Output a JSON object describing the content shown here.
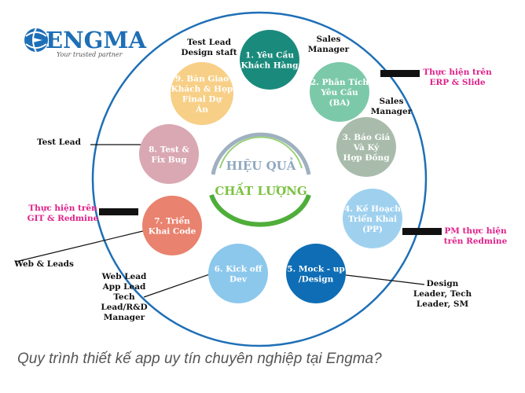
{
  "logo": {
    "name": "ENGMA",
    "tagline": "Your trusted partner",
    "color": "#1e6fb6"
  },
  "center": {
    "line1": "HIỆU QUẢ",
    "line2": "CHẤT LƯỢNG",
    "line1_color": "#8fa8c0",
    "line2_color": "#7cc242"
  },
  "steps": [
    {
      "lines": [
        "1. Yêu Cầu",
        "Khách Hàng"
      ],
      "color": "#1a8a7c"
    },
    {
      "lines": [
        "2. Phân Tích",
        "Yêu Cầu",
        "(BA)"
      ],
      "color": "#7cc9a9"
    },
    {
      "lines": [
        "3. Báo Giá",
        "Và Ký",
        "Hợp Đồng"
      ],
      "color": "#a9bcac"
    },
    {
      "lines": [
        "4. Kế Hoạch",
        "Triển Khai",
        "(PP)"
      ],
      "color": "#9fd1ef"
    },
    {
      "lines": [
        "5. Mock - up",
        "/Design"
      ],
      "color": "#0e6db5"
    },
    {
      "lines": [
        "6. Kick off",
        "Dev"
      ],
      "color": "#8cc8ec"
    },
    {
      "lines": [
        "7. Triển",
        "Khai Code"
      ],
      "color": "#e9826e"
    },
    {
      "lines": [
        "8. Test &",
        "Fix Bug"
      ],
      "color": "#d9a8b3"
    },
    {
      "lines": [
        "9. Bàn Giao",
        "Khách & Họp",
        "Final Dự",
        "Án"
      ],
      "color": "#f7cf86"
    }
  ],
  "roles": {
    "test_lead_design": [
      "Test Lead",
      "Design staft"
    ],
    "sales_manager_1": [
      "Sales",
      "Manager"
    ],
    "sales_manager_2": [
      "Sales",
      "Manager"
    ],
    "test_lead": [
      "Test Lead"
    ],
    "web_leads": [
      "Web & Leads"
    ],
    "web_lead_group": [
      "Web Lead",
      "App Lead",
      "Tech",
      "Lead/R&D",
      "Manager"
    ],
    "design_group": [
      "Design",
      "Leader, Tech",
      "Leader, SM"
    ]
  },
  "notes": {
    "erp": [
      "Thực hiện trên",
      "ERP & Slide"
    ],
    "git": [
      "Thực hiện trên",
      "GIT & Redmine"
    ],
    "pm": [
      "PM thực hiện",
      "trên Redmine"
    ]
  },
  "colors": {
    "outer_ring": "#1e6fb6",
    "note_pink": "#e0218a",
    "bar": "#111111"
  },
  "caption": "Quy trình thiết kế app uy tín chuyên nghiệp tại Engma?"
}
